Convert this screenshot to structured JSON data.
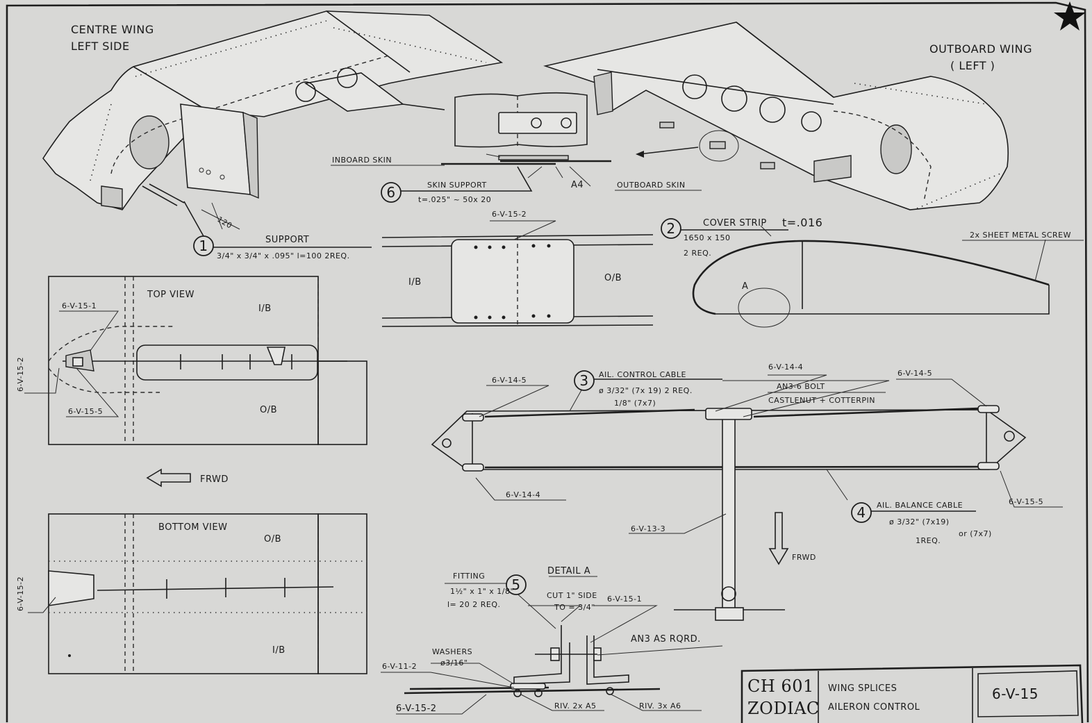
{
  "drawing": {
    "centre_wing": {
      "title": "CENTRE WING",
      "subtitle": "LEFT SIDE"
    },
    "outboard_wing": {
      "title": "OUTBOARD WING",
      "subtitle": "( LEFT )"
    },
    "skin_splice": {
      "inboard_skin": "INBOARD SKIN",
      "outboard_skin": "OUTBOARD SKIN",
      "rivet": "A4",
      "item_no": "6",
      "item_name": "SKIN SUPPORT",
      "item_spec": "t=.025\" ~ 50x 20"
    },
    "support": {
      "item_no": "1",
      "item_name": "SUPPORT",
      "item_spec": "3/4\" x 3/4\" x .095\"  l=100  2REQ.",
      "dimension": "120"
    },
    "splice_view": {
      "part": "6-V-15-2",
      "inboard": "I/B",
      "outboard": "O/B"
    },
    "cover_strip": {
      "item_no": "2",
      "item_name": "COVER STRIP",
      "thickness": "t=.016",
      "size": "1650 x 150",
      "qty": "2 REQ.",
      "screw": "2x SHEET METAL SCREW",
      "detail_ref": "A"
    },
    "top_view": {
      "title": "TOP VIEW",
      "part_a": "6-V-15-1",
      "part_b": "6-V-15-2",
      "part_c": "6-V-15-5",
      "inboard": "I/B",
      "outboard": "O/B"
    },
    "frwd_left": "FRWD",
    "bottom_view": {
      "title": "BOTTOM VIEW",
      "part": "6-V-15-2",
      "inboard": "I/B",
      "outboard": "O/B"
    },
    "aileron": {
      "part_14_5_left": "6-V-14-5",
      "part_14_5_right": "6-V-14-5",
      "part_14_4_top": "6-V-14-4",
      "part_14_4_bottom": "6-V-14-4",
      "part_15_5": "6-V-15-5",
      "part_13_3": "6-V-13-3",
      "bolt": "AN3-6 BOLT",
      "castlenut": "CASTLENUT + COTTERPIN",
      "control_cable": {
        "item_no": "3",
        "name": "AIL. CONTROL CABLE",
        "spec": "ø 3/32\" (7x 19)  2 REQ.",
        "alt": "1/8\" (7x7)"
      },
      "balance_cable": {
        "item_no": "4",
        "name": "AIL. BALANCE CABLE",
        "spec": "ø 3/32\" (7x19)",
        "alt": "or (7x7)",
        "qty": "1REQ."
      },
      "frwd": "FRWD"
    },
    "detail_a": {
      "title": "DETAIL A",
      "fitting_no": "5",
      "fitting": "FITTING",
      "fitting_spec": "1½\" x 1\" x 1/8\"",
      "fitting_qty": "l= 20  2 REQ.",
      "cut_note_1": "CUT 1\" SIDE",
      "cut_note_2": "TO = 3/4\"",
      "part_15_1": "6-V-15-1",
      "bolt": "AN3  AS RQRD.",
      "washers": "WASHERS",
      "washer_size": "ø3/16\"",
      "part_11_2": "6-V-11-2",
      "part_15_2": "6-V-15-2",
      "rivets_a5": "RIV. 2x A5",
      "rivets_a6": "RIV. 3x A6"
    },
    "title_block": {
      "model_line1": "CH 601",
      "model_line2": "ZODIAC",
      "title_line1": "WING SPLICES",
      "title_line2": "AILERON CONTROL",
      "drawing_no": "6-V-15"
    }
  }
}
